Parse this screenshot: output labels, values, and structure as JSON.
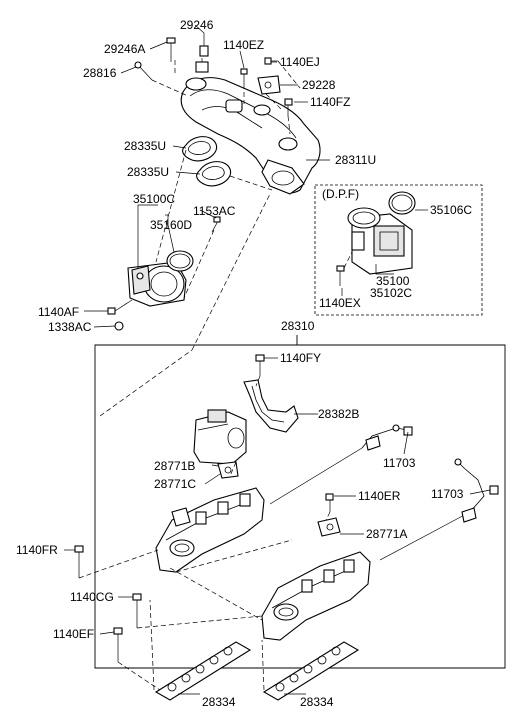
{
  "diagram": {
    "group_label": "(D.P.F)",
    "labels": {
      "p29246": "29246",
      "p29246A": "29246A",
      "p1140EZ": "1140EZ",
      "p1140EJ": "1140EJ",
      "p28816": "28816",
      "p29228": "29228",
      "p1140FZ": "1140FZ",
      "p28335U_1": "28335U",
      "p28311U": "28311U",
      "p28335U_2": "28335U",
      "p35100C": "35100C",
      "p1153AC": "1153AC",
      "p35160D": "35160D",
      "p35106C": "35106C",
      "p1140AF": "1140AF",
      "p1338AC": "1338AC",
      "p35100": "35100",
      "p35102C": "35102C",
      "p1140EX": "1140EX",
      "p28310": "28310",
      "p1140FY": "1140FY",
      "p28382B": "28382B",
      "p28771B": "28771B",
      "p11703_1": "11703",
      "p28771C": "28771C",
      "p11703_2": "11703",
      "p1140ER": "1140ER",
      "p28771A": "28771A",
      "p1140FR": "1140FR",
      "p1140CG": "1140CG",
      "p1140EF": "1140EF",
      "p28334_1": "28334",
      "p28334_2": "28334"
    }
  }
}
